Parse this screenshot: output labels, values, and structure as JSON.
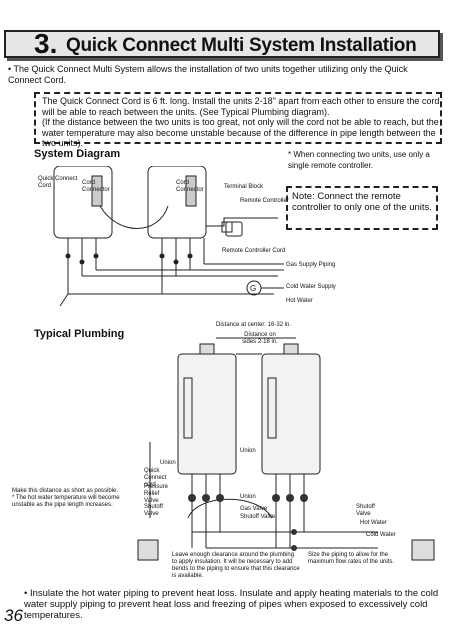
{
  "header": {
    "number": "3.",
    "title": "Quick Connect Multi System Installation"
  },
  "intro": "• The Quick Connect Multi System allows the installation of two units together utilizing only the Quick Connect Cord.",
  "notice": {
    "line1": "The Quick Connect Cord is 6 ft. long. Install the units 2-18\" apart from each other to ensure the cord will be able to reach between the units. (See Typical Plumbing diagram).",
    "line2": "(If the distance between the two units is too great, not only will the cord not be able to reach, but the water temperature may also become unstable because of the difference in pipe length between the two units)."
  },
  "system_diagram": {
    "title": "System Diagram",
    "side_note": "* When connecting two units, use only a single remote controller.",
    "labels": {
      "quick_connect": "Quick Connect Cord",
      "cord_connector_1": "Cord Connector",
      "cord_connector_2": "Cord Connector",
      "terminal_block": "Terminal Block",
      "remote_controller": "Remote Controller",
      "remote_controller_cord": "Remote Controller Cord",
      "gas_supply": "Gas Supply Piping",
      "cold_water": "Cold Water Supply",
      "hot_water": "Hot Water"
    },
    "note_box": "Note: Connect the remote controller to only one of the units."
  },
  "typical_plumbing": {
    "title": "Typical Plumbing",
    "labels": {
      "distance_center": "Distance at center: 16-32 in.",
      "distance_sides": "Distance on sides 2-18 in.",
      "union": "Union",
      "union2": "Union",
      "union3": "Union",
      "quick_connect": "Quick Connect cord",
      "pressure_relief": "Pressure Relief Valve",
      "shutoff": "Shutoff Valve",
      "gas_valve": "Gas Valve",
      "shutoff2": "Shutoff Valve",
      "shutoff3": "Shutoff Valve",
      "hot_water": "Hot Water",
      "cold_water": "Cold Water"
    },
    "left_note": "Make this distance as short as possible. * The hot water temperature will become unstable as the pipe length increases.",
    "caption_left": "Leave enough clearance around the plumbing to apply insulation. It will be necessary to add bends to the piping to ensure that this clearance is available.",
    "caption_right": "Size the piping to allow for the maximum flow rates of the units."
  },
  "bottom_note": "• Insulate the hot water piping to prevent heat loss. Insulate and apply heating materials to the cold water supply piping to prevent heat loss and freezing of pipes when exposed to excessively cold temperatures.",
  "page_number": "36"
}
